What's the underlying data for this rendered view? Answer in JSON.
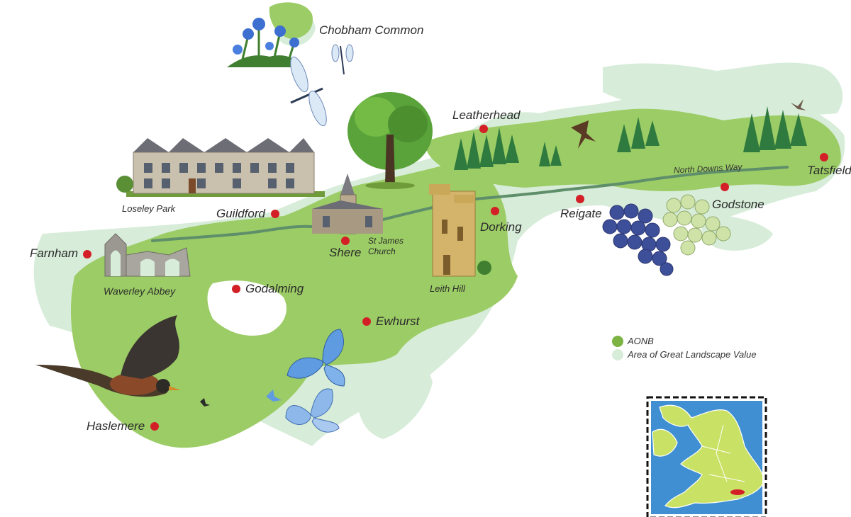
{
  "colors": {
    "aonb": "#9ccc65",
    "aonb_dark": "#7cb342",
    "aglv": "#d7ecd9",
    "route": "#5f8f6a",
    "town_dot": "#d32027",
    "inset_sea": "#3f8fd2",
    "inset_land": "#c9e265"
  },
  "icons": {
    "flowers": "bluebell-flowers-icon",
    "dragonfly": "dragonfly-icon",
    "tree": "oak-tree-icon",
    "forest": "pine-forest-icon",
    "manor": "manor-house-icon",
    "church": "church-icon",
    "tower": "tower-icon",
    "ruin": "abbey-ruin-icon",
    "grapes": "grapes-icon",
    "bird": "bird-icon",
    "butterfly": "butterfly-icon",
    "inset_map": "uk-inset-map-icon"
  },
  "places": {
    "chobham_common": "Chobham Common",
    "leatherhead": "Leatherhead",
    "north_downs_way": "North Downs Way",
    "tatsfield": "Tatsfield",
    "godstone": "Godstone",
    "reigate": "Reigate",
    "dorking": "Dorking",
    "loseley_park": "Loseley Park",
    "guildford": "Guildford",
    "st_james_church": "St James\nChurch",
    "shere": "Shere",
    "farnham": "Farnham",
    "waverley_abbey": "Waverley Abbey",
    "godalming": "Godalming",
    "leith_hill": "Leith Hill",
    "ewhurst": "Ewhurst",
    "haslemere": "Haslemere"
  },
  "legend": {
    "aonb": "AONB",
    "aglv": "Area of Great Landscape Value"
  }
}
